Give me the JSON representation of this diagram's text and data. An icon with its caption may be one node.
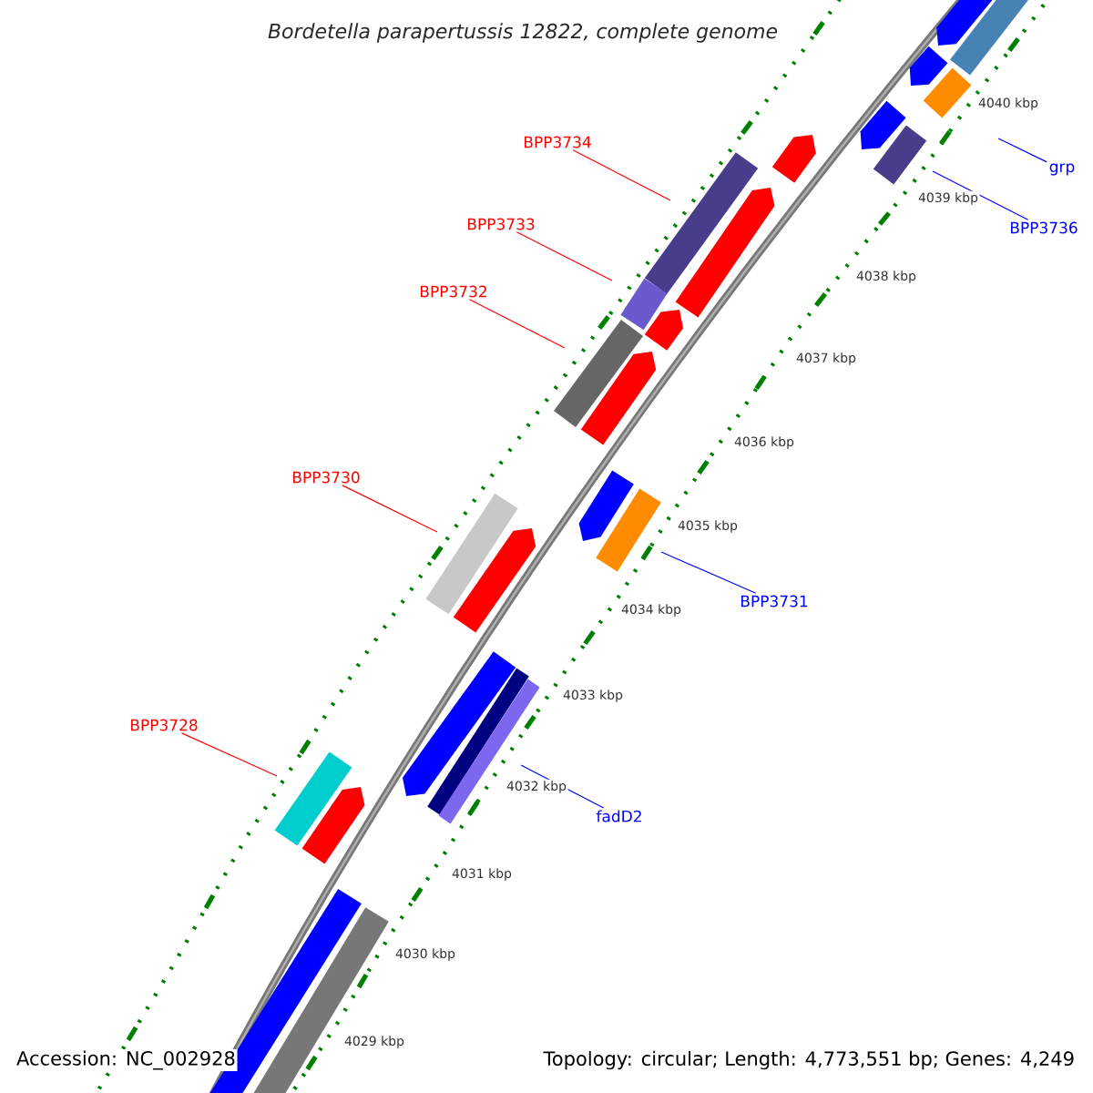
{
  "diagram": {
    "title": "Bordetella parapertussis 12822, complete genome",
    "nodes": [
      {
        "text": [
          "BPP3734"
        ]
      },
      {
        "text": [
          "BPP3733"
        ]
      },
      {
        "text": [
          "BPP3732"
        ]
      },
      {
        "text": [
          "BPP3730"
        ]
      },
      {
        "text": [
          "BPP3728"
        ]
      },
      {
        "text": [
          "grp"
        ]
      },
      {
        "text": [
          "BPP3736"
        ]
      },
      {
        "text": [
          "BPP3731"
        ]
      },
      {
        "text": [
          "fadD2"
        ]
      }
    ],
    "edges": [
      {
        "from": 0,
        "to": null,
        "arrow": "none"
      },
      {
        "from": 1,
        "to": null,
        "arrow": "none"
      },
      {
        "from": 2,
        "to": null,
        "arrow": "none"
      },
      {
        "from": 3,
        "to": null,
        "arrow": "none"
      },
      {
        "from": 4,
        "to": null,
        "arrow": "none"
      },
      {
        "from": 5,
        "to": null,
        "arrow": "none",
        "color": "#0000ff"
      },
      {
        "from": 6,
        "to": null,
        "arrow": "none",
        "color": "#0000ff"
      },
      {
        "from": 7,
        "to": null,
        "arrow": "none",
        "color": "#0000ff"
      },
      {
        "from": 8,
        "to": null,
        "arrow": "none",
        "color": "#0000ff"
      }
    ],
    "labels": [
      "4040 kbp",
      "4039 kbp",
      "4038 kbp",
      "4037 kbp",
      "4036 kbp",
      "4035 kbp",
      "4034 kbp",
      "4033 kbp",
      "4032 kbp",
      "4031 kbp",
      "4030 kbp",
      "4029 kbp",
      "Accession: NC_002928",
      "Topology: circular; Length: 4,773,551 bp; Genes: 4,249"
    ]
  }
}
